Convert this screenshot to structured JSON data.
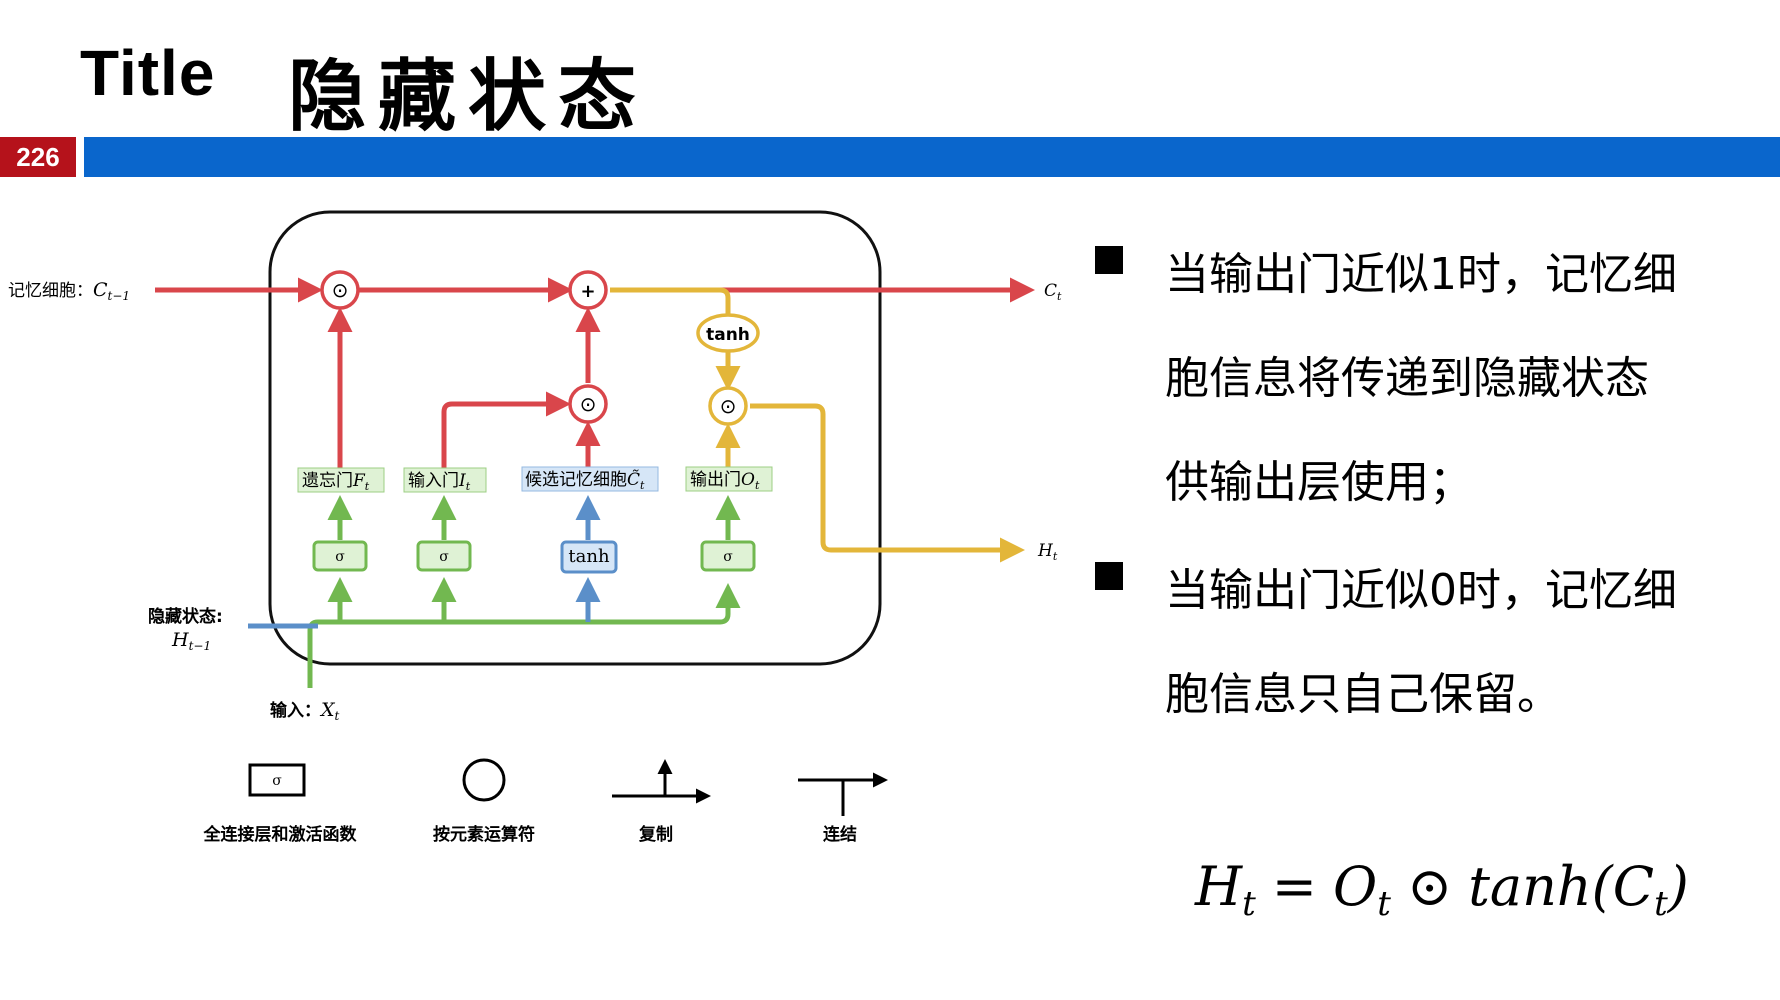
{
  "header": {
    "title_en": "Title",
    "title_cn": "隐藏状态",
    "page_number": "226"
  },
  "diagram": {
    "inputs": {
      "memory_cell_label": "记忆细胞：",
      "memory_cell_symbol": "C",
      "memory_cell_sub": "t−1",
      "hidden_state_label": "隐藏状态:",
      "hidden_state_symbol": "H",
      "hidden_state_sub": "t−1",
      "input_label": "输入：",
      "input_symbol": "X",
      "input_sub": "t"
    },
    "outputs": {
      "cell_symbol": "C",
      "cell_sub": "t",
      "hidden_symbol": "H",
      "hidden_sub": "t"
    },
    "ops": {
      "multiply": "⊙",
      "add": "+",
      "tanh": "tanh"
    },
    "gates": {
      "forget_label": "遗忘门",
      "forget_symbol": "F",
      "forget_sub": "t",
      "input_label": "输入门",
      "input_symbol": "I",
      "input_sub": "t",
      "candidate_label": "候选记忆细胞",
      "candidate_symbol": "C̃",
      "candidate_sub": "t",
      "output_label": "输出门",
      "output_symbol": "O",
      "output_sub": "t"
    },
    "layers": {
      "sigma": "σ",
      "tanh": "tanh"
    },
    "legend": {
      "layer_label": "全连接层和激活函数",
      "layer_symbol": "σ",
      "op_label": "按元素运算符",
      "copy_label": "复制",
      "concat_label": "连结"
    },
    "colors": {
      "cell": "#d9464b",
      "output": "#e3b63a",
      "hidden": "#5b8fc9",
      "input": "#72b850",
      "gate_box_fill": "#dff2d5",
      "tanh_box_fill": "#d6e6f7"
    }
  },
  "bullets": [
    {
      "text_line1": "当输出门近似1时，记忆细",
      "text_line2": "胞信息将传递到隐藏状态",
      "text_line3": "供输出层使用；"
    },
    {
      "text_line1": "当输出门近似0时，记忆细",
      "text_line2": "胞信息只自己保留。"
    }
  ],
  "formula": {
    "lhs": "H",
    "lhs_sub": "t",
    "eq": "=",
    "o": "O",
    "o_sub": "t",
    "odot": "⊙",
    "fn": "tanh(C",
    "c_sub": "t",
    "close": ")"
  }
}
